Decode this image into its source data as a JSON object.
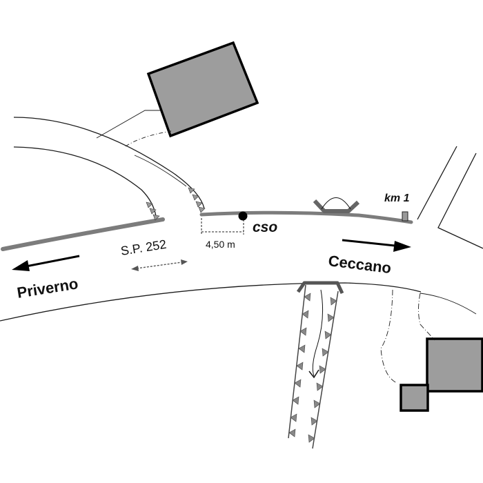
{
  "labels": {
    "priverno": "Priverno",
    "ceccano": "Ceccano",
    "road": "S.P. 252",
    "cso": "cso",
    "distance": "4,50 m",
    "km": "km 1"
  }
}
